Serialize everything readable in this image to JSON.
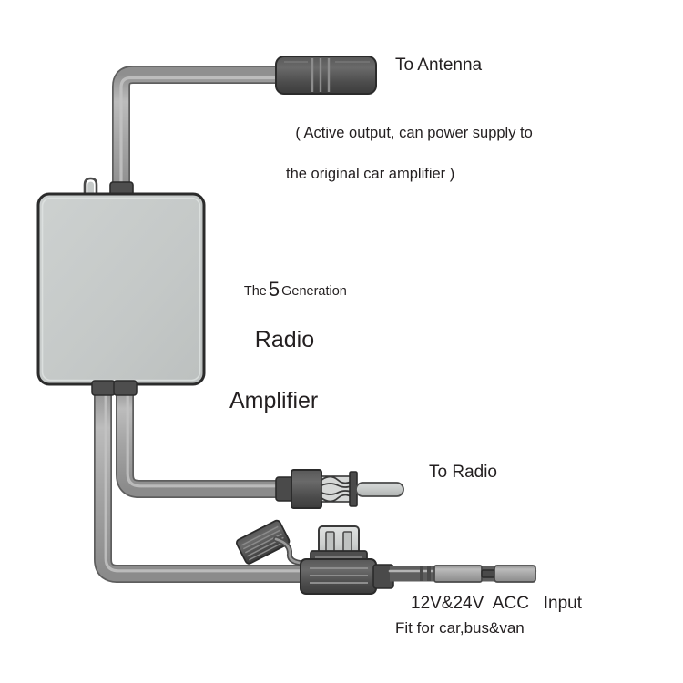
{
  "diagram": {
    "title_text": "Radio Amplifier wiring diagram",
    "background_color": "#ffffff",
    "text_color": "#231f20"
  },
  "labels": {
    "to_antenna": "To Antenna",
    "active_note_line1": "( Active output, can power supply to",
    "active_note_line2": "the original car amplifier )",
    "generation_prefix": "The",
    "generation_number": "5",
    "generation_suffix": "Generation",
    "product_line1": "Radio",
    "product_line2": "Amplifier",
    "to_radio": "To Radio",
    "power_input": "12V&24V  ACC   Input",
    "fit_for": "Fit for car,bus&van"
  },
  "parts": {
    "amplifier_box": {
      "name": "Radio Amplifier enclosure",
      "fill": "#c6cac9",
      "stroke": "#2b2b2b"
    },
    "antenna_connector": {
      "name": "Antenna plug",
      "fill": "#595959",
      "stroke": "#2b2b2b"
    },
    "radio_connector": {
      "name": "DIN radio antenna plug",
      "fill": "#4a4a4a",
      "pin_fill": "#c9cccb"
    },
    "fuse_holder": {
      "name": "Inline fuse holder",
      "fill": "#5a5a5a",
      "fuse_fill": "#d2d4d3"
    },
    "fuse_cap": {
      "name": "Fuse holder cap",
      "fill": "#5a5a5a"
    },
    "cable": {
      "name": "Coaxial / power cable",
      "fill": "#a9a9a9",
      "stroke": "#5e5e5e"
    },
    "hook": {
      "name": "Mounting hook",
      "fill": "#c6cac9",
      "stroke": "#4a4a4a"
    }
  }
}
